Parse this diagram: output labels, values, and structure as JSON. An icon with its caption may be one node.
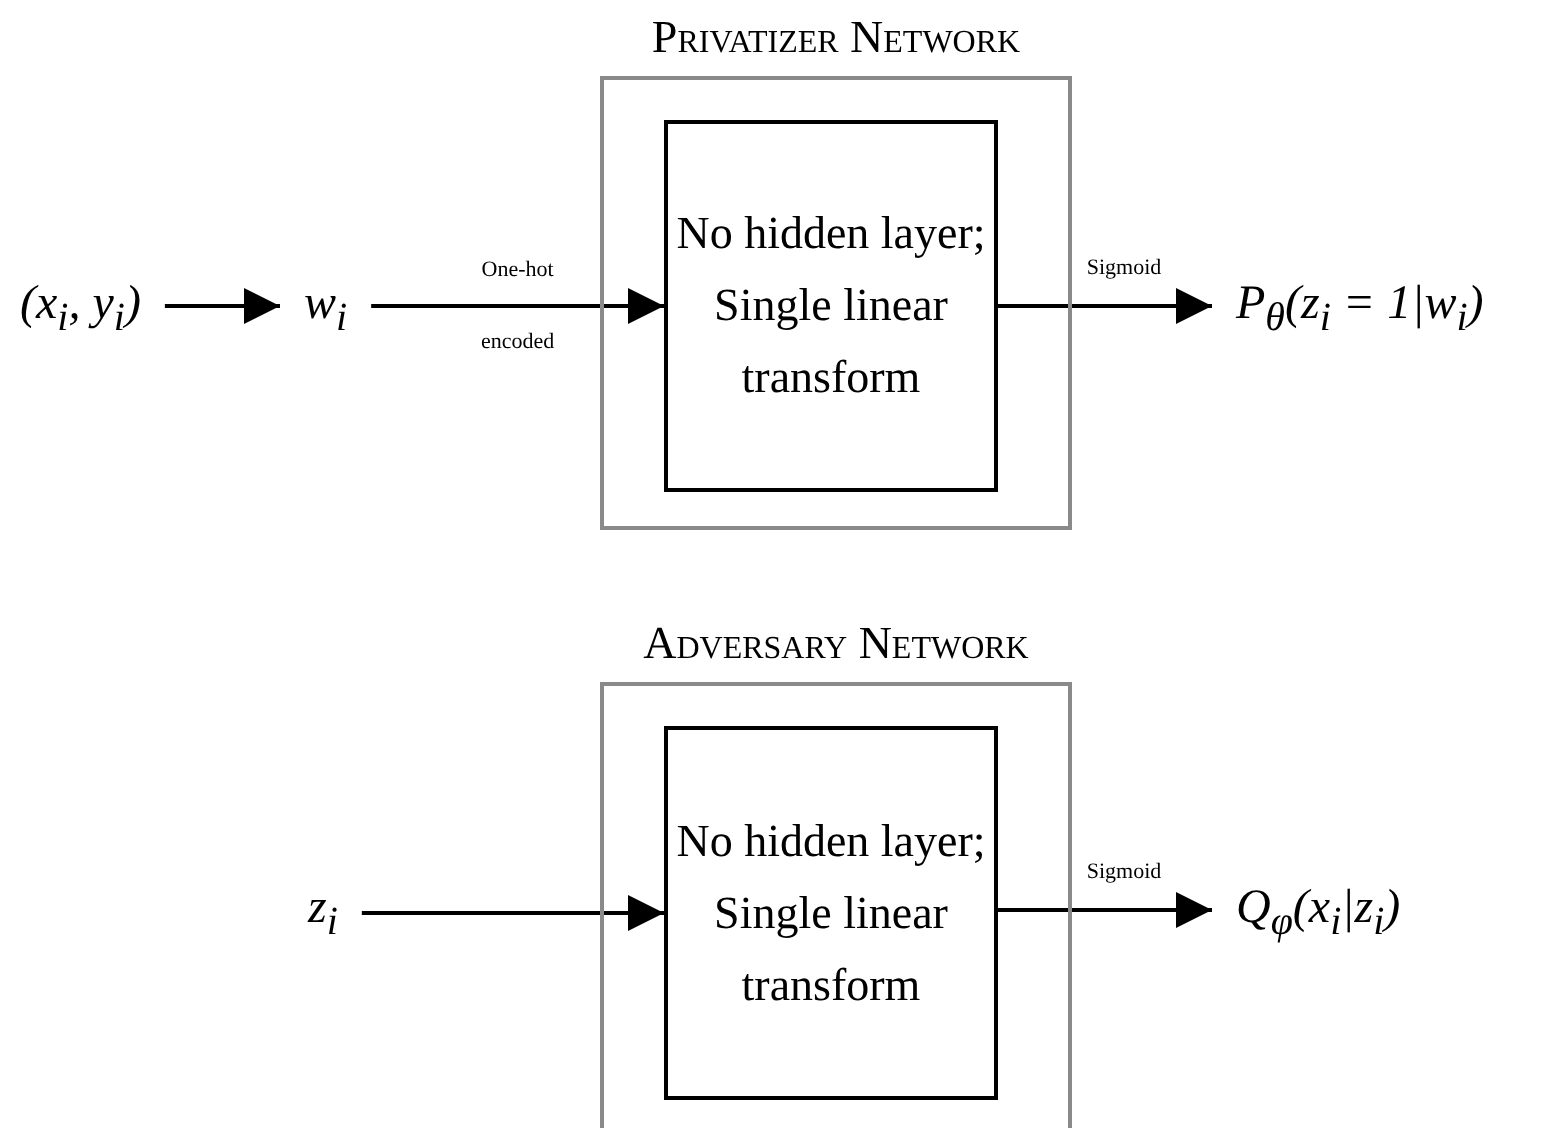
{
  "diagram": {
    "nodes": [
      {
        "text": [
          "Privatizer Network"
        ]
      },
      {
        "text": [
          "No hidden layer; Single linear transform"
        ],
        "in": 0
      },
      {
        "text": [
          "(x$_{i}$, y$_{i}$)"
        ]
      },
      {
        "text": [
          "w$_{i}$"
        ]
      },
      {
        "text": [
          "P$_{θ}$(z$_{i}$ = 1|w$_{i}$)"
        ]
      },
      {
        "text": [
          "Adversary Network"
        ]
      },
      {
        "text": [
          "No hidden layer; Single linear transform"
        ],
        "in": 5
      },
      {
        "text": [
          "z$_{i}$"
        ]
      },
      {
        "text": [
          "Q$_{φ}$(x$_{i}$|z$_{i}$)"
        ]
      }
    ],
    "edges": [
      {
        "from": 2,
        "to": 3,
        "arrow": "to"
      },
      {
        "from": 3,
        "to": 1,
        "arrow": "to",
        "label": "One-hot encoded"
      },
      {
        "from": 1,
        "to": 4,
        "arrow": "to",
        "label": "Sigmoid"
      },
      {
        "from": 7,
        "to": 6,
        "arrow": "to"
      },
      {
        "from": 6,
        "to": 8,
        "arrow": "to",
        "label": "Sigmoid"
      }
    ]
  }
}
